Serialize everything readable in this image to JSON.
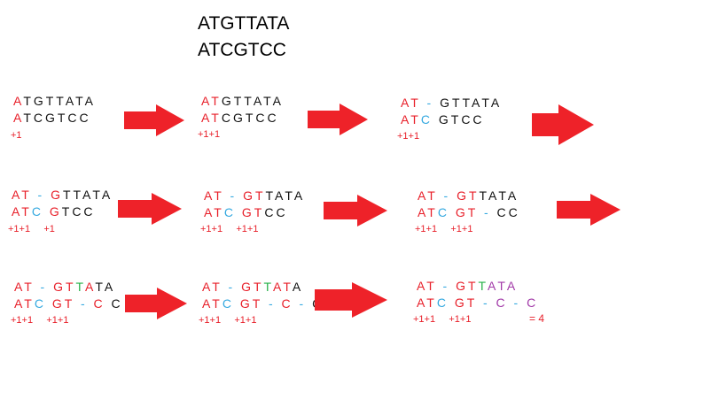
{
  "title": {
    "seq1": "ATGTTATA",
    "seq2": "ATCGTCC"
  },
  "colors": {
    "red": "#e8202a",
    "blue": "#35a9e0",
    "green": "#27b24a",
    "purple": "#a23aa8",
    "black": "#111111"
  },
  "steps": [
    {
      "top": [
        [
          "A",
          "red"
        ],
        [
          "TGTTATA",
          "black"
        ]
      ],
      "bottom": [
        [
          "A",
          "red"
        ],
        [
          "TCGTCC",
          "black"
        ]
      ],
      "score": "+1"
    },
    {
      "top": [
        [
          "AT",
          "red"
        ],
        [
          "GTTATA",
          "black"
        ]
      ],
      "bottom": [
        [
          "AT",
          "red"
        ],
        [
          "CGTCC",
          "black"
        ]
      ],
      "score": "+1+1"
    },
    {
      "top": [
        [
          "AT",
          "red"
        ],
        [
          " - ",
          "blue"
        ],
        [
          "GTTATA",
          "black"
        ]
      ],
      "bottom": [
        [
          "AT",
          "red"
        ],
        [
          "C",
          "blue"
        ],
        [
          " GTCC",
          "black"
        ]
      ],
      "score": "+1+1"
    },
    {
      "top": [
        [
          "AT",
          "red"
        ],
        [
          " - ",
          "blue"
        ],
        [
          "G",
          "red"
        ],
        [
          "TTATA",
          "black"
        ]
      ],
      "bottom": [
        [
          "AT",
          "red"
        ],
        [
          "C",
          "blue"
        ],
        [
          " G",
          "red"
        ],
        [
          "TCC",
          "black"
        ]
      ],
      "score": "+1+1     +1"
    },
    {
      "top": [
        [
          "AT",
          "red"
        ],
        [
          " - ",
          "blue"
        ],
        [
          "GT",
          "red"
        ],
        [
          "TATA",
          "black"
        ]
      ],
      "bottom": [
        [
          "AT",
          "red"
        ],
        [
          "C",
          "blue"
        ],
        [
          " GT",
          "red"
        ],
        [
          "CC",
          "black"
        ]
      ],
      "score": "+1+1     +1+1"
    },
    {
      "top": [
        [
          "AT",
          "red"
        ],
        [
          " - ",
          "blue"
        ],
        [
          "GT",
          "red"
        ],
        [
          "T",
          "black"
        ],
        [
          "ATA",
          "black"
        ]
      ],
      "bottom": [
        [
          "AT",
          "red"
        ],
        [
          "C",
          "blue"
        ],
        [
          " GT",
          "red"
        ],
        [
          " - ",
          "blue"
        ],
        [
          "CC",
          "black"
        ]
      ],
      "score": "+1+1     +1+1"
    },
    {
      "top": [
        [
          "AT",
          "red"
        ],
        [
          " - ",
          "blue"
        ],
        [
          "GT",
          "red"
        ],
        [
          "T",
          "green"
        ],
        [
          "A",
          "red"
        ],
        [
          "TA",
          "black"
        ]
      ],
      "bottom": [
        [
          "AT",
          "red"
        ],
        [
          "C",
          "blue"
        ],
        [
          " GT",
          "red"
        ],
        [
          " - ",
          "blue"
        ],
        [
          "C",
          "red"
        ],
        [
          " C",
          "black"
        ]
      ],
      "score": "+1+1     +1+1"
    },
    {
      "top": [
        [
          "AT",
          "red"
        ],
        [
          " - ",
          "blue"
        ],
        [
          "GT",
          "red"
        ],
        [
          "T",
          "green"
        ],
        [
          "AT",
          "red"
        ],
        [
          "A",
          "black"
        ]
      ],
      "bottom": [
        [
          "AT",
          "red"
        ],
        [
          "C",
          "blue"
        ],
        [
          " GT",
          "red"
        ],
        [
          " - ",
          "blue"
        ],
        [
          "C",
          "red"
        ],
        [
          " - ",
          "blue"
        ],
        [
          "C",
          "black"
        ]
      ],
      "score": "+1+1     +1+1"
    },
    {
      "top": [
        [
          "AT",
          "red"
        ],
        [
          " - ",
          "blue"
        ],
        [
          "GT",
          "red"
        ],
        [
          "T",
          "green"
        ],
        [
          "ATA",
          "purple"
        ]
      ],
      "bottom": [
        [
          "AT",
          "red"
        ],
        [
          "C",
          "blue"
        ],
        [
          " GT",
          "red"
        ],
        [
          " - ",
          "blue"
        ],
        [
          "C",
          "purple"
        ],
        [
          " - ",
          "blue"
        ],
        [
          "C",
          "purple"
        ]
      ],
      "score": "+1+1     +1+1",
      "total": "= 4"
    }
  ]
}
